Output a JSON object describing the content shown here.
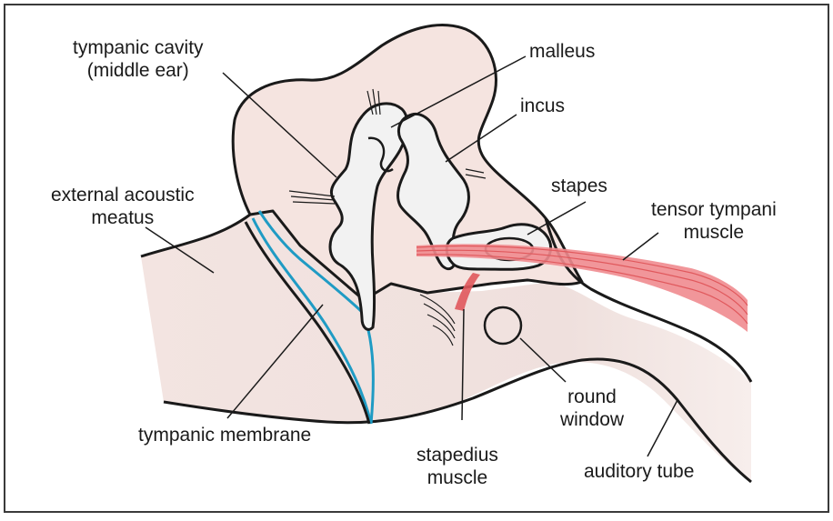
{
  "labels": {
    "tympanic_cavity": [
      "tympanic cavity",
      "(middle ear)"
    ],
    "malleus": "malleus",
    "incus": "incus",
    "external_acoustic_meatus": [
      "external acoustic",
      "meatus"
    ],
    "stapes": "stapes",
    "tensor_tympani": [
      "tensor tympani",
      "muscle"
    ],
    "round_window": [
      "round",
      "window"
    ],
    "tympanic_membrane": "tympanic membrane",
    "stapedius_muscle": [
      "stapedius",
      "muscle"
    ],
    "auditory_tube": "auditory tube"
  },
  "colors": {
    "tissue_fill": "#f1e2df",
    "cavity_fill": "#f5e4e0",
    "bone_fill": "#f2f2f2",
    "outline": "#1a1a1a",
    "membrane_blue": "#1f9bc4",
    "muscle_red": "#e0585c",
    "frame": "#3a3a3a"
  }
}
